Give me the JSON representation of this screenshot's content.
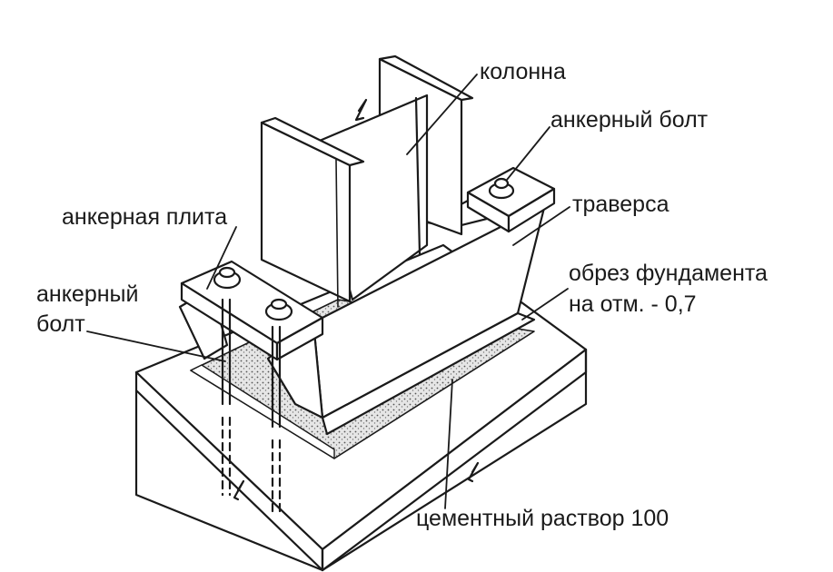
{
  "labels": {
    "column": "колонна",
    "anchor_bolt_right": "анкерный болт",
    "traverse": "траверса",
    "anchor_plate": "анкерная плита",
    "foundation_edge_line1": "обрез фундамента",
    "foundation_edge_line2": "на отм. - 0,7",
    "anchor_bolt_left_line1": "анкерный",
    "anchor_bolt_left_line2": "болт",
    "cement_mortar": "цементный раствор 100"
  },
  "colors": {
    "ink": "#1a1a1a",
    "paper": "#ffffff",
    "grout": "#cfcfcf"
  }
}
